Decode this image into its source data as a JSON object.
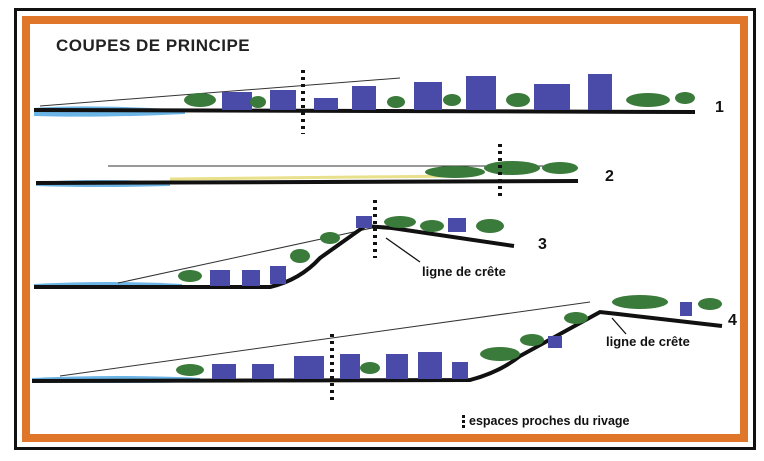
{
  "title": "COUPES DE PRINCIPE",
  "sections": [
    {
      "number": "1"
    },
    {
      "number": "2"
    },
    {
      "number": "3",
      "crest_label": "ligne de crête"
    },
    {
      "number": "4",
      "crest_label": "ligne de crête"
    }
  ],
  "legend": {
    "label": "espaces proches du rivage",
    "icon": "dotted-line-icon"
  },
  "colors": {
    "frame": "#e0762a",
    "water": "#5aa8e0",
    "buildings": "#4a4aa8",
    "vegetation": "#3a7a3a",
    "ground": "#111111"
  }
}
